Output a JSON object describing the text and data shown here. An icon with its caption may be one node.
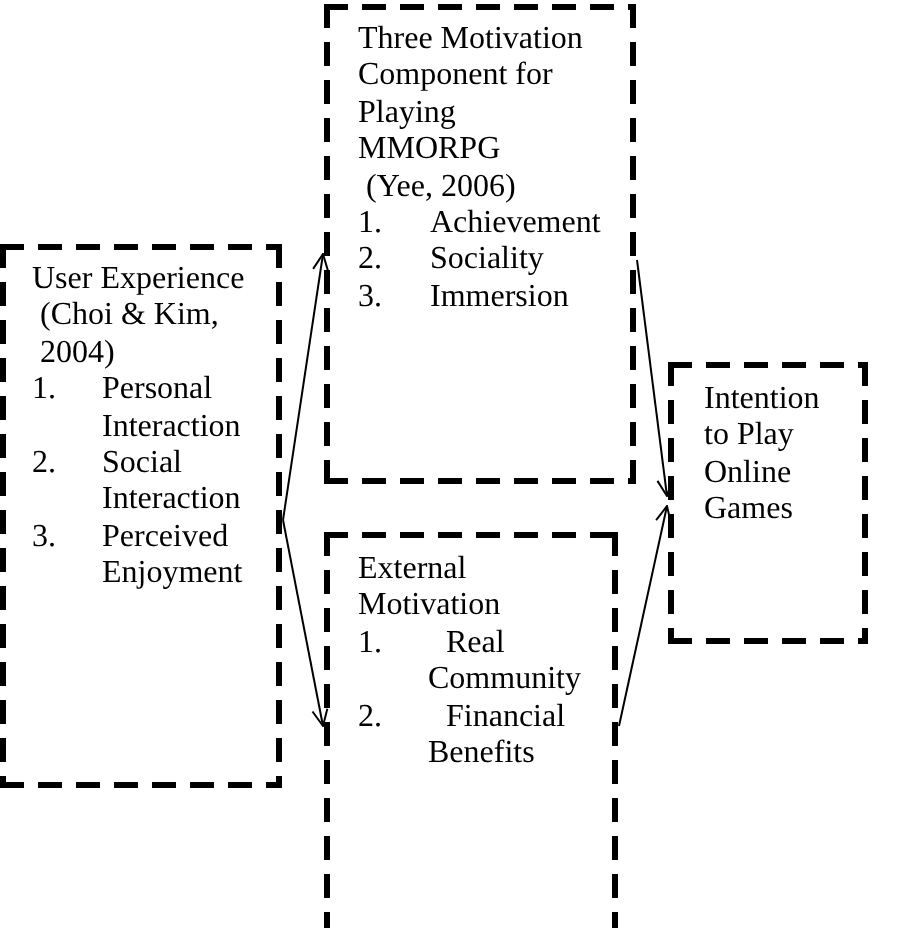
{
  "diagram": {
    "nodes": [
      {
        "text": [
          "User Experience",
          "(Choi & Kim, 2004)",
          "1.",
          "Personal Interaction",
          "2.",
          "Social Interaction",
          "3.",
          "Perceived Enjoyment"
        ]
      },
      {
        "text": [
          "Three Motivation Component for Playing MMORPG",
          "(Yee, 2006)",
          "1.",
          "Achievement",
          "2.",
          "Sociality",
          "3.",
          "Immersion"
        ]
      },
      {
        "text": [
          "External Motivation",
          "1.",
          "Real Community",
          "2.",
          "Financial Benefits"
        ]
      },
      {
        "text": [
          "Intention to Play Online Games"
        ]
      }
    ],
    "edges": [
      {
        "from": 0,
        "to": 1,
        "arrow": "to"
      },
      {
        "from": 0,
        "to": 2,
        "arrow": "to"
      },
      {
        "from": 1,
        "to": 3,
        "arrow": "to"
      },
      {
        "from": 2,
        "to": 3,
        "arrow": "to"
      }
    ]
  }
}
